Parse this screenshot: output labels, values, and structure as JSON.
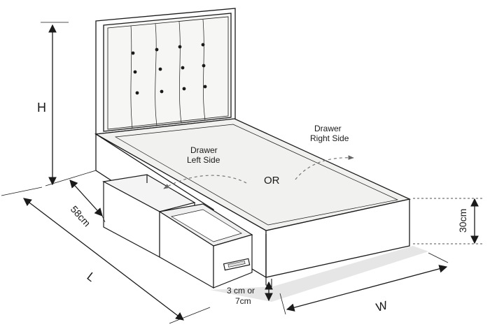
{
  "labels": {
    "height": "H",
    "length": "L",
    "width": "W",
    "drawer_depth": "58cm",
    "base_height": "30cm",
    "leg_height_line1": "3 cm or",
    "leg_height_line2": "7cm",
    "drawer_left_line1": "Drawer",
    "drawer_left_line2": "Left Side",
    "drawer_right_line1": "Drawer",
    "drawer_right_line2": "Right Side",
    "or": "OR"
  },
  "colors": {
    "outline": "#1a1a1a",
    "mattress_top": "#f1f1ef",
    "headboard": "#f6f6f4",
    "side_panel": "#ffffff",
    "shadow": "#cfcfcf",
    "arrow_dashed": "#777777"
  }
}
